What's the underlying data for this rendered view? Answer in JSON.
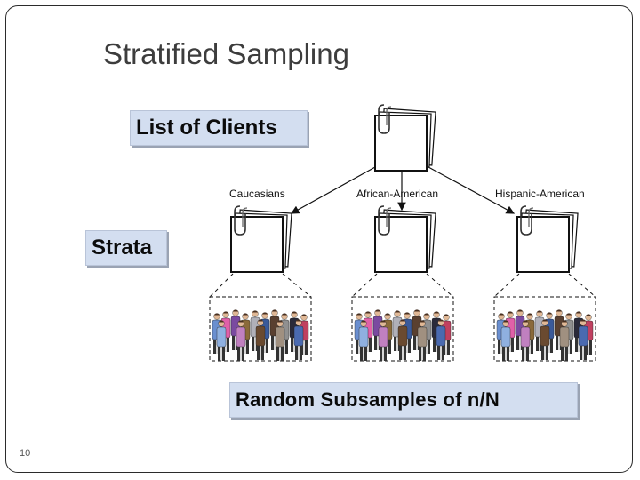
{
  "slide": {
    "title": "Stratified Sampling",
    "page_number": "10"
  },
  "callouts": {
    "list_of_clients": "List of Clients",
    "strata": "Strata",
    "random_subsamples": "Random Subsamples of n/N"
  },
  "strata_labels": [
    "Caucasians",
    "African-American",
    "Hispanic-American"
  ],
  "colors": {
    "callout_fill": "#d3def0",
    "title_text": "#3d3d3d",
    "frame": "#2b2b2b"
  },
  "icons": [
    "paper-stack-icon",
    "paperclip-icon",
    "people-group-icon"
  ]
}
